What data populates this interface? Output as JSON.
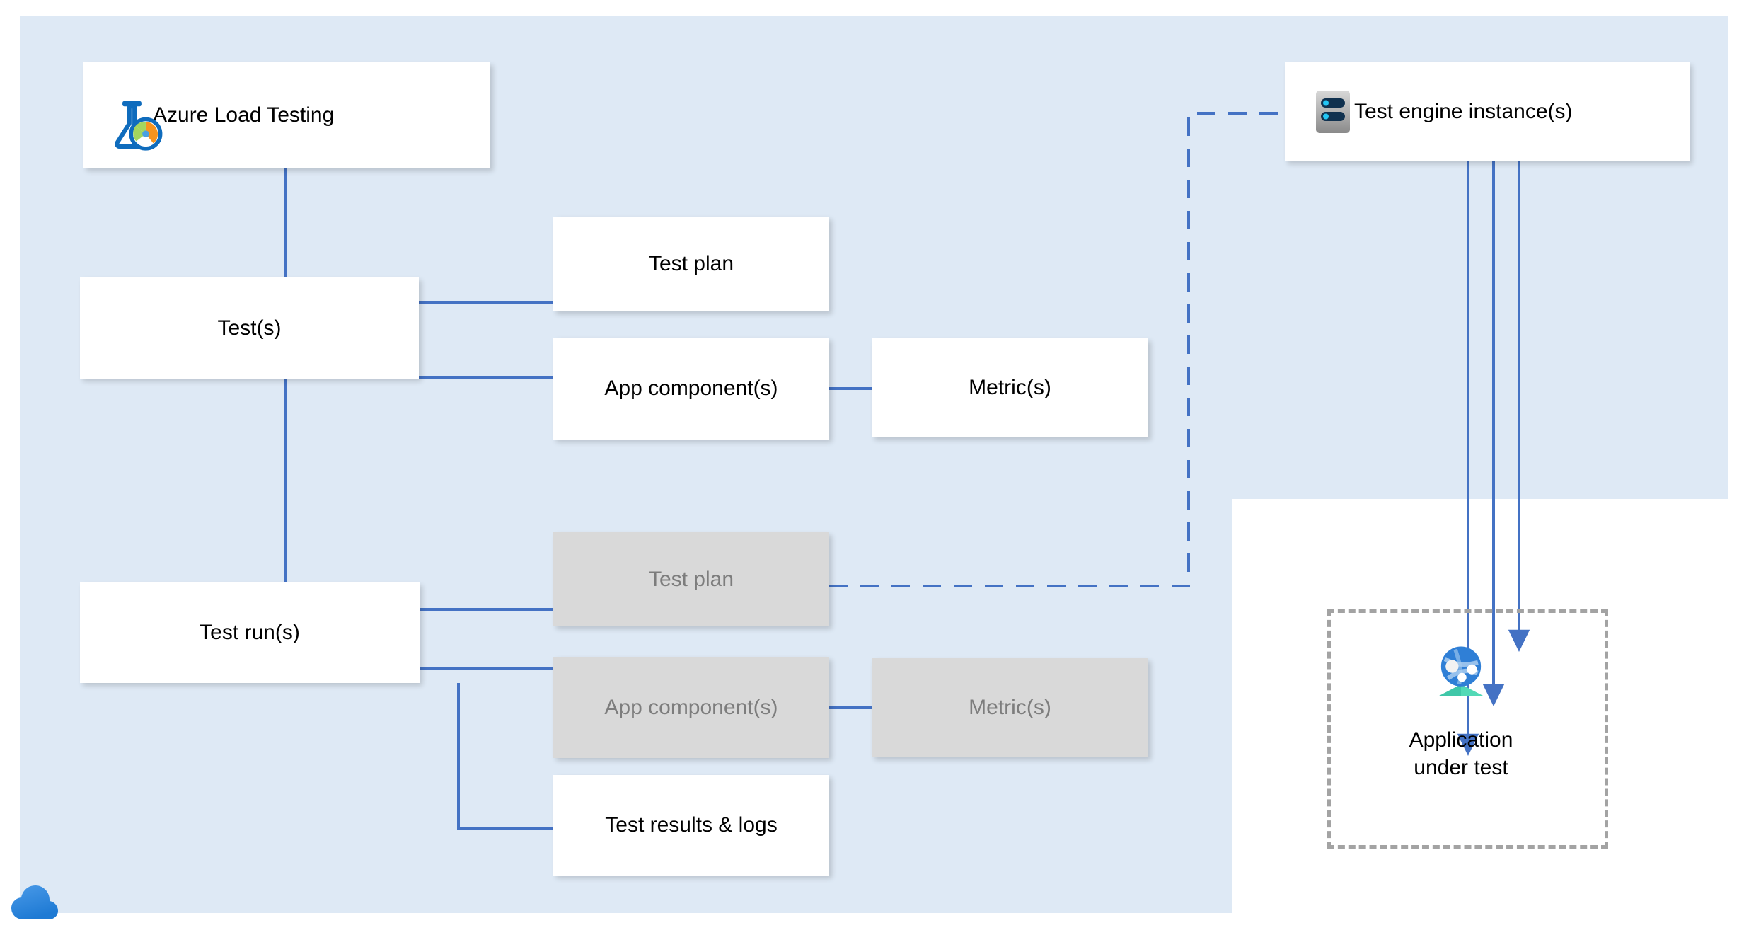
{
  "diagram": {
    "title": "Azure Load Testing architecture",
    "background_color": "#dee9f5",
    "line_color": "#4472c4",
    "dim_fill": "#d9d9d9",
    "dim_text": "#7d7d7d"
  },
  "nodes": {
    "azure_load_testing": {
      "label": "Azure Load Testing",
      "icon": "azure-load-testing-flask-icon"
    },
    "tests": {
      "label": "Test(s)"
    },
    "test_plan": {
      "label": "Test plan"
    },
    "app_components": {
      "label": "App component(s)"
    },
    "metrics": {
      "label": "Metric(s)"
    },
    "test_runs": {
      "label": "Test run(s)"
    },
    "test_plan_snapshot": {
      "label": "Test plan"
    },
    "app_components_snapshot": {
      "label": "App component(s)"
    },
    "metrics_snapshot": {
      "label": "Metric(s)"
    },
    "test_results_logs": {
      "label": "Test results & logs"
    },
    "test_engine_instances": {
      "label": "Test engine instance(s)",
      "icon": "server-instance-icon"
    },
    "application_under_test": {
      "label": "Application\nunder test",
      "icon": "web-app-globe-icon"
    }
  },
  "decorations": {
    "cloud": "azure-cloud-icon"
  }
}
